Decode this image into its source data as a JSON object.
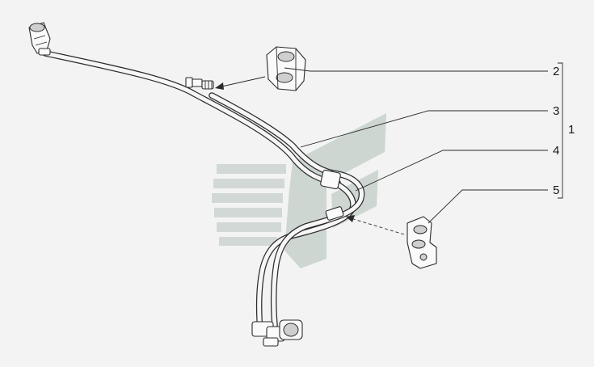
{
  "callouts": [
    {
      "id": "2",
      "label": "2"
    },
    {
      "id": "3",
      "label": "3"
    },
    {
      "id": "4",
      "label": "4"
    },
    {
      "id": "5",
      "label": "5"
    }
  ],
  "group_label": "1",
  "colors": {
    "background": "#f3f3f3",
    "line": "#2b2b2b",
    "watermark": "#cdd6d1"
  }
}
